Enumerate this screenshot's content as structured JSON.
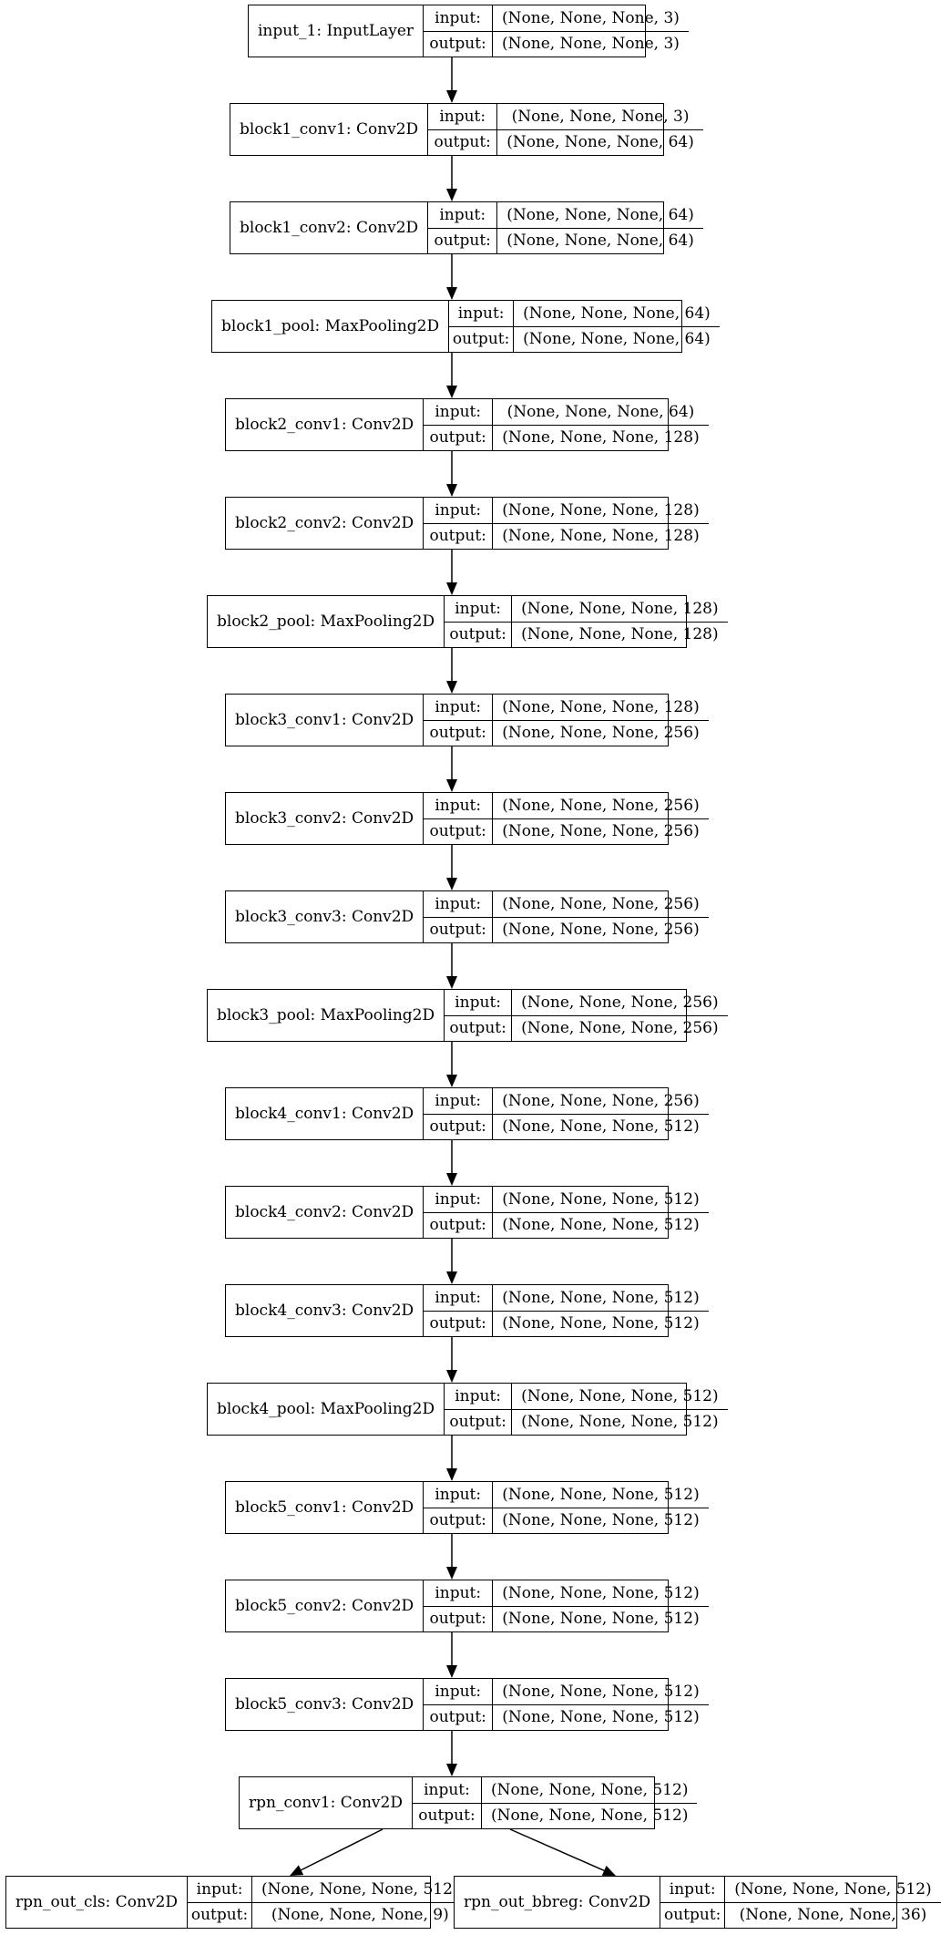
{
  "io_labels": {
    "input": "input:",
    "output": "output:"
  },
  "nodes": [
    {
      "id": "input_1",
      "name": "input_1: InputLayer",
      "input": "(None, None, None, 3)",
      "output": "(None, None, None, 3)"
    },
    {
      "id": "block1_conv1",
      "name": "block1_conv1: Conv2D",
      "input": "(None, None, None, 3)",
      "output": "(None, None, None, 64)"
    },
    {
      "id": "block1_conv2",
      "name": "block1_conv2: Conv2D",
      "input": "(None, None, None, 64)",
      "output": "(None, None, None, 64)"
    },
    {
      "id": "block1_pool",
      "name": "block1_pool: MaxPooling2D",
      "input": "(None, None, None, 64)",
      "output": "(None, None, None, 64)"
    },
    {
      "id": "block2_conv1",
      "name": "block2_conv1: Conv2D",
      "input": "(None, None, None, 64)",
      "output": "(None, None, None, 128)"
    },
    {
      "id": "block2_conv2",
      "name": "block2_conv2: Conv2D",
      "input": "(None, None, None, 128)",
      "output": "(None, None, None, 128)"
    },
    {
      "id": "block2_pool",
      "name": "block2_pool: MaxPooling2D",
      "input": "(None, None, None, 128)",
      "output": "(None, None, None, 128)"
    },
    {
      "id": "block3_conv1",
      "name": "block3_conv1: Conv2D",
      "input": "(None, None, None, 128)",
      "output": "(None, None, None, 256)"
    },
    {
      "id": "block3_conv2",
      "name": "block3_conv2: Conv2D",
      "input": "(None, None, None, 256)",
      "output": "(None, None, None, 256)"
    },
    {
      "id": "block3_conv3",
      "name": "block3_conv3: Conv2D",
      "input": "(None, None, None, 256)",
      "output": "(None, None, None, 256)"
    },
    {
      "id": "block3_pool",
      "name": "block3_pool: MaxPooling2D",
      "input": "(None, None, None, 256)",
      "output": "(None, None, None, 256)"
    },
    {
      "id": "block4_conv1",
      "name": "block4_conv1: Conv2D",
      "input": "(None, None, None, 256)",
      "output": "(None, None, None, 512)"
    },
    {
      "id": "block4_conv2",
      "name": "block4_conv2: Conv2D",
      "input": "(None, None, None, 512)",
      "output": "(None, None, None, 512)"
    },
    {
      "id": "block4_conv3",
      "name": "block4_conv3: Conv2D",
      "input": "(None, None, None, 512)",
      "output": "(None, None, None, 512)"
    },
    {
      "id": "block4_pool",
      "name": "block4_pool: MaxPooling2D",
      "input": "(None, None, None, 512)",
      "output": "(None, None, None, 512)"
    },
    {
      "id": "block5_conv1",
      "name": "block5_conv1: Conv2D",
      "input": "(None, None, None, 512)",
      "output": "(None, None, None, 512)"
    },
    {
      "id": "block5_conv2",
      "name": "block5_conv2: Conv2D",
      "input": "(None, None, None, 512)",
      "output": "(None, None, None, 512)"
    },
    {
      "id": "block5_conv3",
      "name": "block5_conv3: Conv2D",
      "input": "(None, None, None, 512)",
      "output": "(None, None, None, 512)"
    },
    {
      "id": "rpn_conv1",
      "name": "rpn_conv1: Conv2D",
      "input": "(None, None, None, 512)",
      "output": "(None, None, None, 512)"
    },
    {
      "id": "rpn_out_cls",
      "name": "rpn_out_cls: Conv2D",
      "input": "(None, None, None, 512)",
      "output": "(None, None, None, 9)"
    },
    {
      "id": "rpn_out_bbreg",
      "name": "rpn_out_bbreg: Conv2D",
      "input": "(None, None, None, 512)",
      "output": "(None, None, None, 36)"
    }
  ],
  "edges": [
    [
      "input_1",
      "block1_conv1"
    ],
    [
      "block1_conv1",
      "block1_conv2"
    ],
    [
      "block1_conv2",
      "block1_pool"
    ],
    [
      "block1_pool",
      "block2_conv1"
    ],
    [
      "block2_conv1",
      "block2_conv2"
    ],
    [
      "block2_conv2",
      "block2_pool"
    ],
    [
      "block2_pool",
      "block3_conv1"
    ],
    [
      "block3_conv1",
      "block3_conv2"
    ],
    [
      "block3_conv2",
      "block3_conv3"
    ],
    [
      "block3_conv3",
      "block3_pool"
    ],
    [
      "block3_pool",
      "block4_conv1"
    ],
    [
      "block4_conv1",
      "block4_conv2"
    ],
    [
      "block4_conv2",
      "block4_conv3"
    ],
    [
      "block4_conv3",
      "block4_pool"
    ],
    [
      "block4_pool",
      "block5_conv1"
    ],
    [
      "block5_conv1",
      "block5_conv2"
    ],
    [
      "block5_conv2",
      "block5_conv3"
    ],
    [
      "block5_conv3",
      "rpn_conv1"
    ],
    [
      "rpn_conv1",
      "rpn_out_cls"
    ],
    [
      "rpn_conv1",
      "rpn_out_bbreg"
    ]
  ]
}
